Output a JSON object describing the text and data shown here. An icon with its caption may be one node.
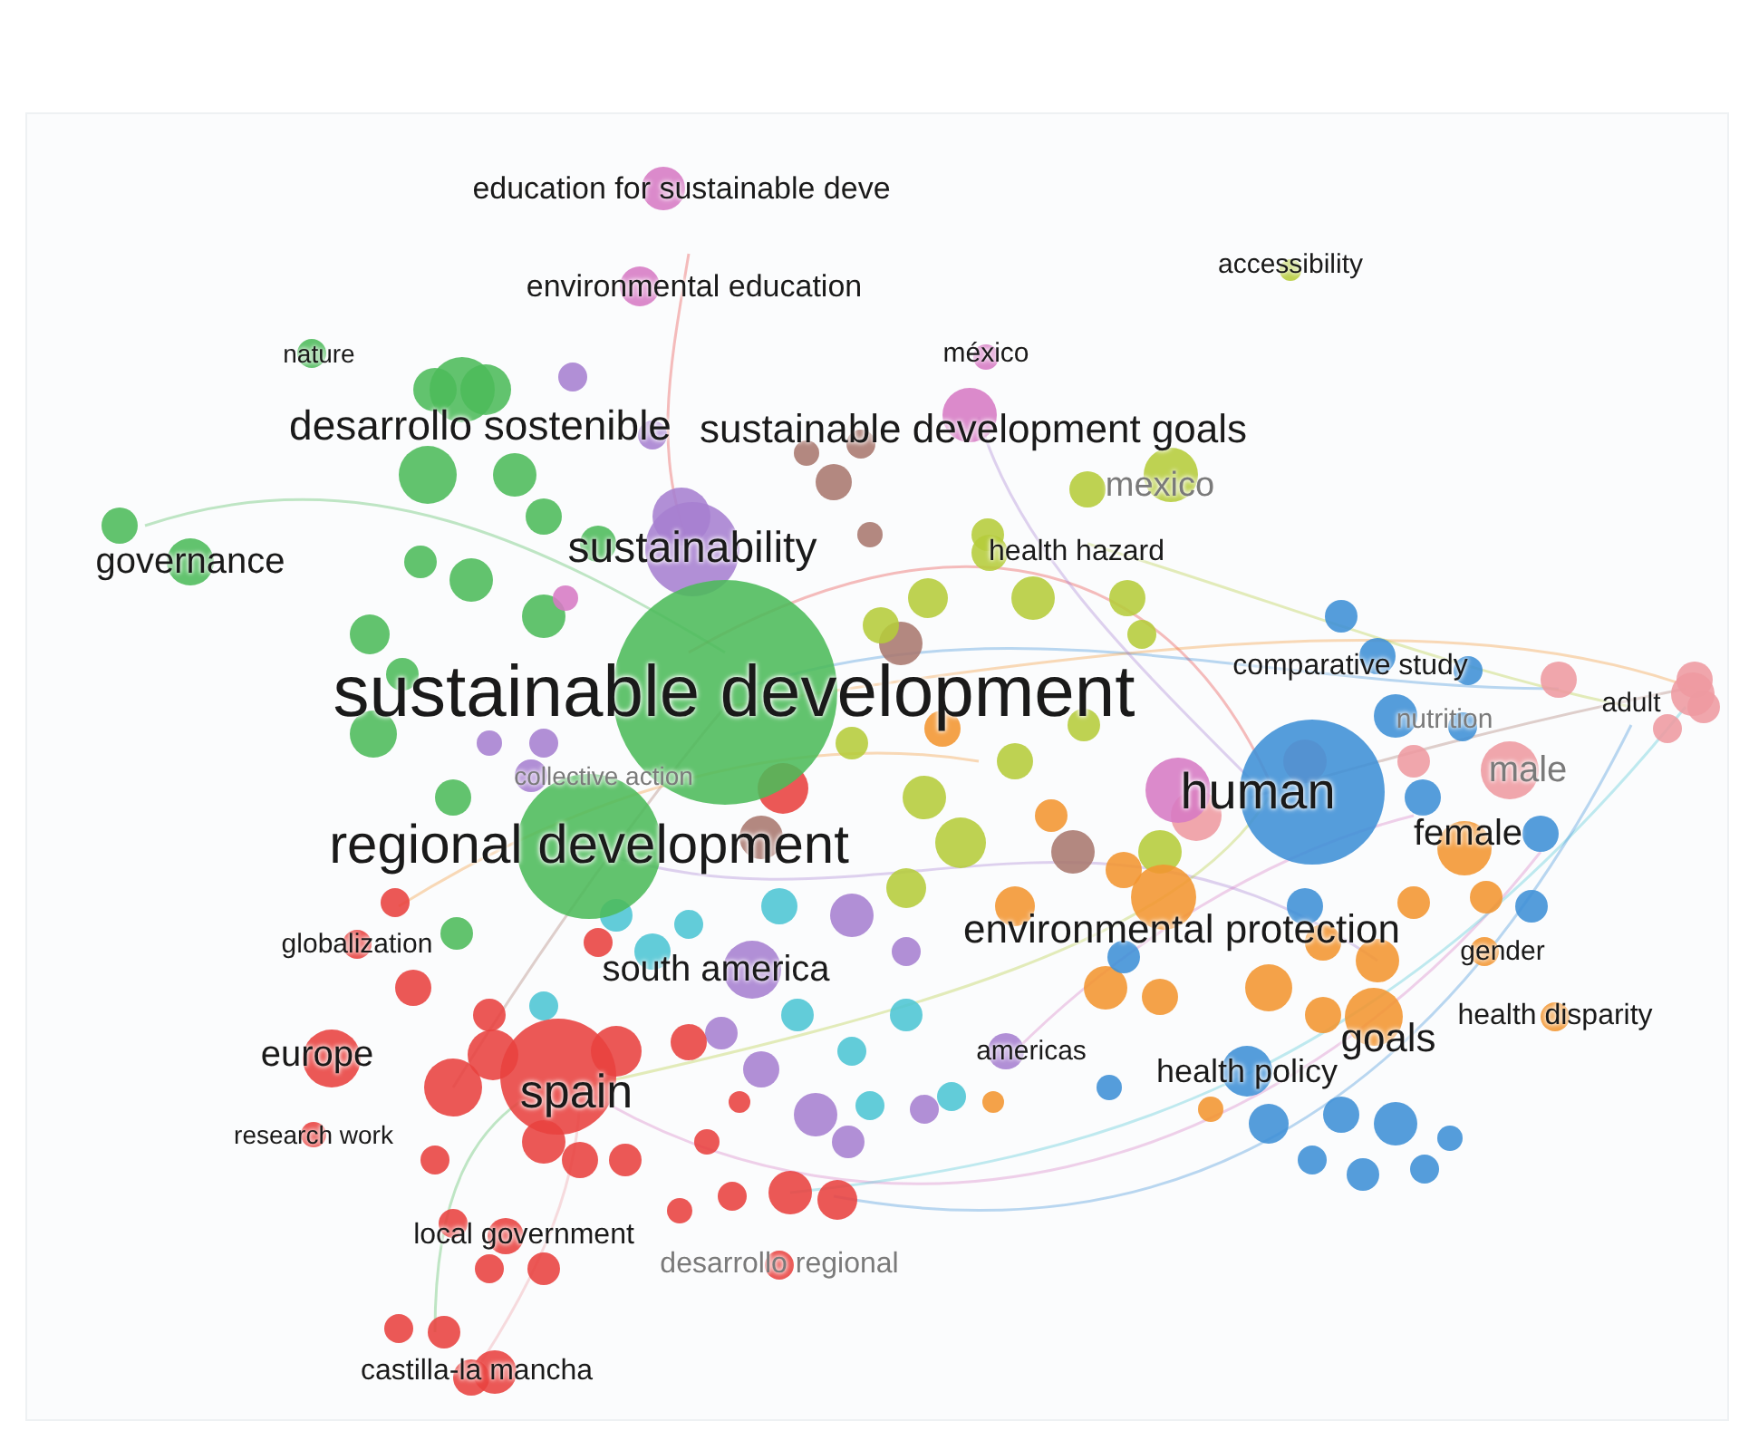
{
  "diagram": {
    "nodes": [
      {
        "text": [
          "education for sustainable deve"
        ]
      },
      {
        "text": [
          "environmental education"
        ]
      },
      {
        "text": [
          "accessibility"
        ]
      },
      {
        "text": [
          "nature"
        ]
      },
      {
        "text": [
          "méxico"
        ]
      },
      {
        "text": [
          "desarrollo sostenible"
        ]
      },
      {
        "text": [
          "sustainable development goals"
        ]
      },
      {
        "text": [
          "mexico"
        ]
      },
      {
        "text": [
          "governance"
        ]
      },
      {
        "text": [
          "sustainability"
        ]
      },
      {
        "text": [
          "health hazard"
        ]
      },
      {
        "text": [
          "sustainable development"
        ]
      },
      {
        "text": [
          "comparative study"
        ]
      },
      {
        "text": [
          "adult"
        ]
      },
      {
        "text": [
          "nutrition"
        ]
      },
      {
        "text": [
          "collective action"
        ]
      },
      {
        "text": [
          "human"
        ]
      },
      {
        "text": [
          "male"
        ]
      },
      {
        "text": [
          "regional development"
        ]
      },
      {
        "text": [
          "female"
        ]
      },
      {
        "text": [
          "globalization"
        ]
      },
      {
        "text": [
          "south america"
        ]
      },
      {
        "text": [
          "environmental protection"
        ]
      },
      {
        "text": [
          "gender"
        ]
      },
      {
        "text": [
          "health disparity"
        ]
      },
      {
        "text": [
          "europe"
        ]
      },
      {
        "text": [
          "americas"
        ]
      },
      {
        "text": [
          "goals"
        ]
      },
      {
        "text": [
          "health policy"
        ]
      },
      {
        "text": [
          "spain"
        ]
      },
      {
        "text": [
          "research work"
        ]
      },
      {
        "text": [
          "local government"
        ]
      },
      {
        "text": [
          "desarrollo regional"
        ]
      },
      {
        "text": [
          "castilla-la mancha"
        ]
      }
    ]
  }
}
